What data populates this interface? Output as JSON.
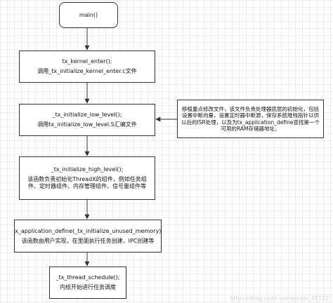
{
  "diagram": {
    "main": {
      "label": "main()"
    },
    "kernel_enter": {
      "line1": "tx_kernel_enter();",
      "line2": "调用_tx_initialize_kernel_enter.c文件"
    },
    "low_level": {
      "line1": "_tx_initialize_low_level();",
      "line2": "调用tx_initialize_low_level.S汇编文件"
    },
    "high_level": {
      "line1": "_tx_initialize_high_level();",
      "line2": "该函数负责初始化ThreadX的组件，例如任务组件、定时器组件、内存管理组件、信号量组件等"
    },
    "app_define": {
      "line1": "tx_application_define(_tx_initialize_unused_memory);",
      "line2": "该函数由用户实现，在里面执行任务创建，IPC创建等"
    },
    "schedule": {
      "line1": "_tx_thread_schedule();",
      "line2": "内核开始进行任务调度"
    },
    "note": {
      "text": "移植重点修改文件，该文件负责处理器底层的初始化，包括设置中断向量，设置定时器中断源，保存系统堆栈指针以供以后的ISR处理，以及为tx_application_define查找第一个可用的RAM存储器地址。"
    }
  },
  "colors": {
    "line": "#333333",
    "grid": "#ececec"
  },
  "watermark": "https://blog.csdn.net/weixin_45132"
}
